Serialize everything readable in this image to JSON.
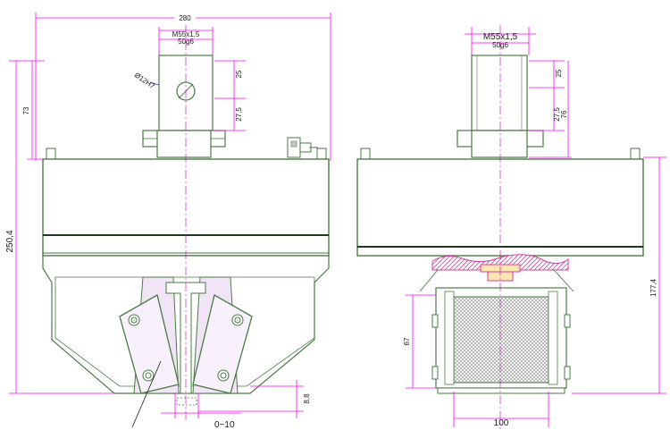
{
  "colors": {
    "dimension": "#ff00ff",
    "body_outline": "#4a7b45",
    "body_fill": "#ffffff",
    "centerline": "#c000a0",
    "jaw_fill": "#f0e4f6",
    "bolt_fill": "#fff4cc",
    "hatch": "#d0409a",
    "text": "#1a1a1a"
  },
  "front_view": {
    "dims": {
      "overall_width": "280",
      "thread_label": "M55x1,5",
      "fit_label": "50g6",
      "hole_label": "Ø12H7",
      "shank_height": "25",
      "shank_lower": "27,5",
      "top_height": "73",
      "overall_height": "250,4",
      "stroke_label": "0~10",
      "offset_label": "8,8"
    }
  },
  "side_view": {
    "dims": {
      "thread_label": "M55x1,5",
      "fit_label": "50g6",
      "shank_height": "25",
      "shank_mid": "27,5",
      "shank_total": "76",
      "cassette_height": "67",
      "overall_height": "177,4",
      "cassette_width": "100"
    }
  }
}
